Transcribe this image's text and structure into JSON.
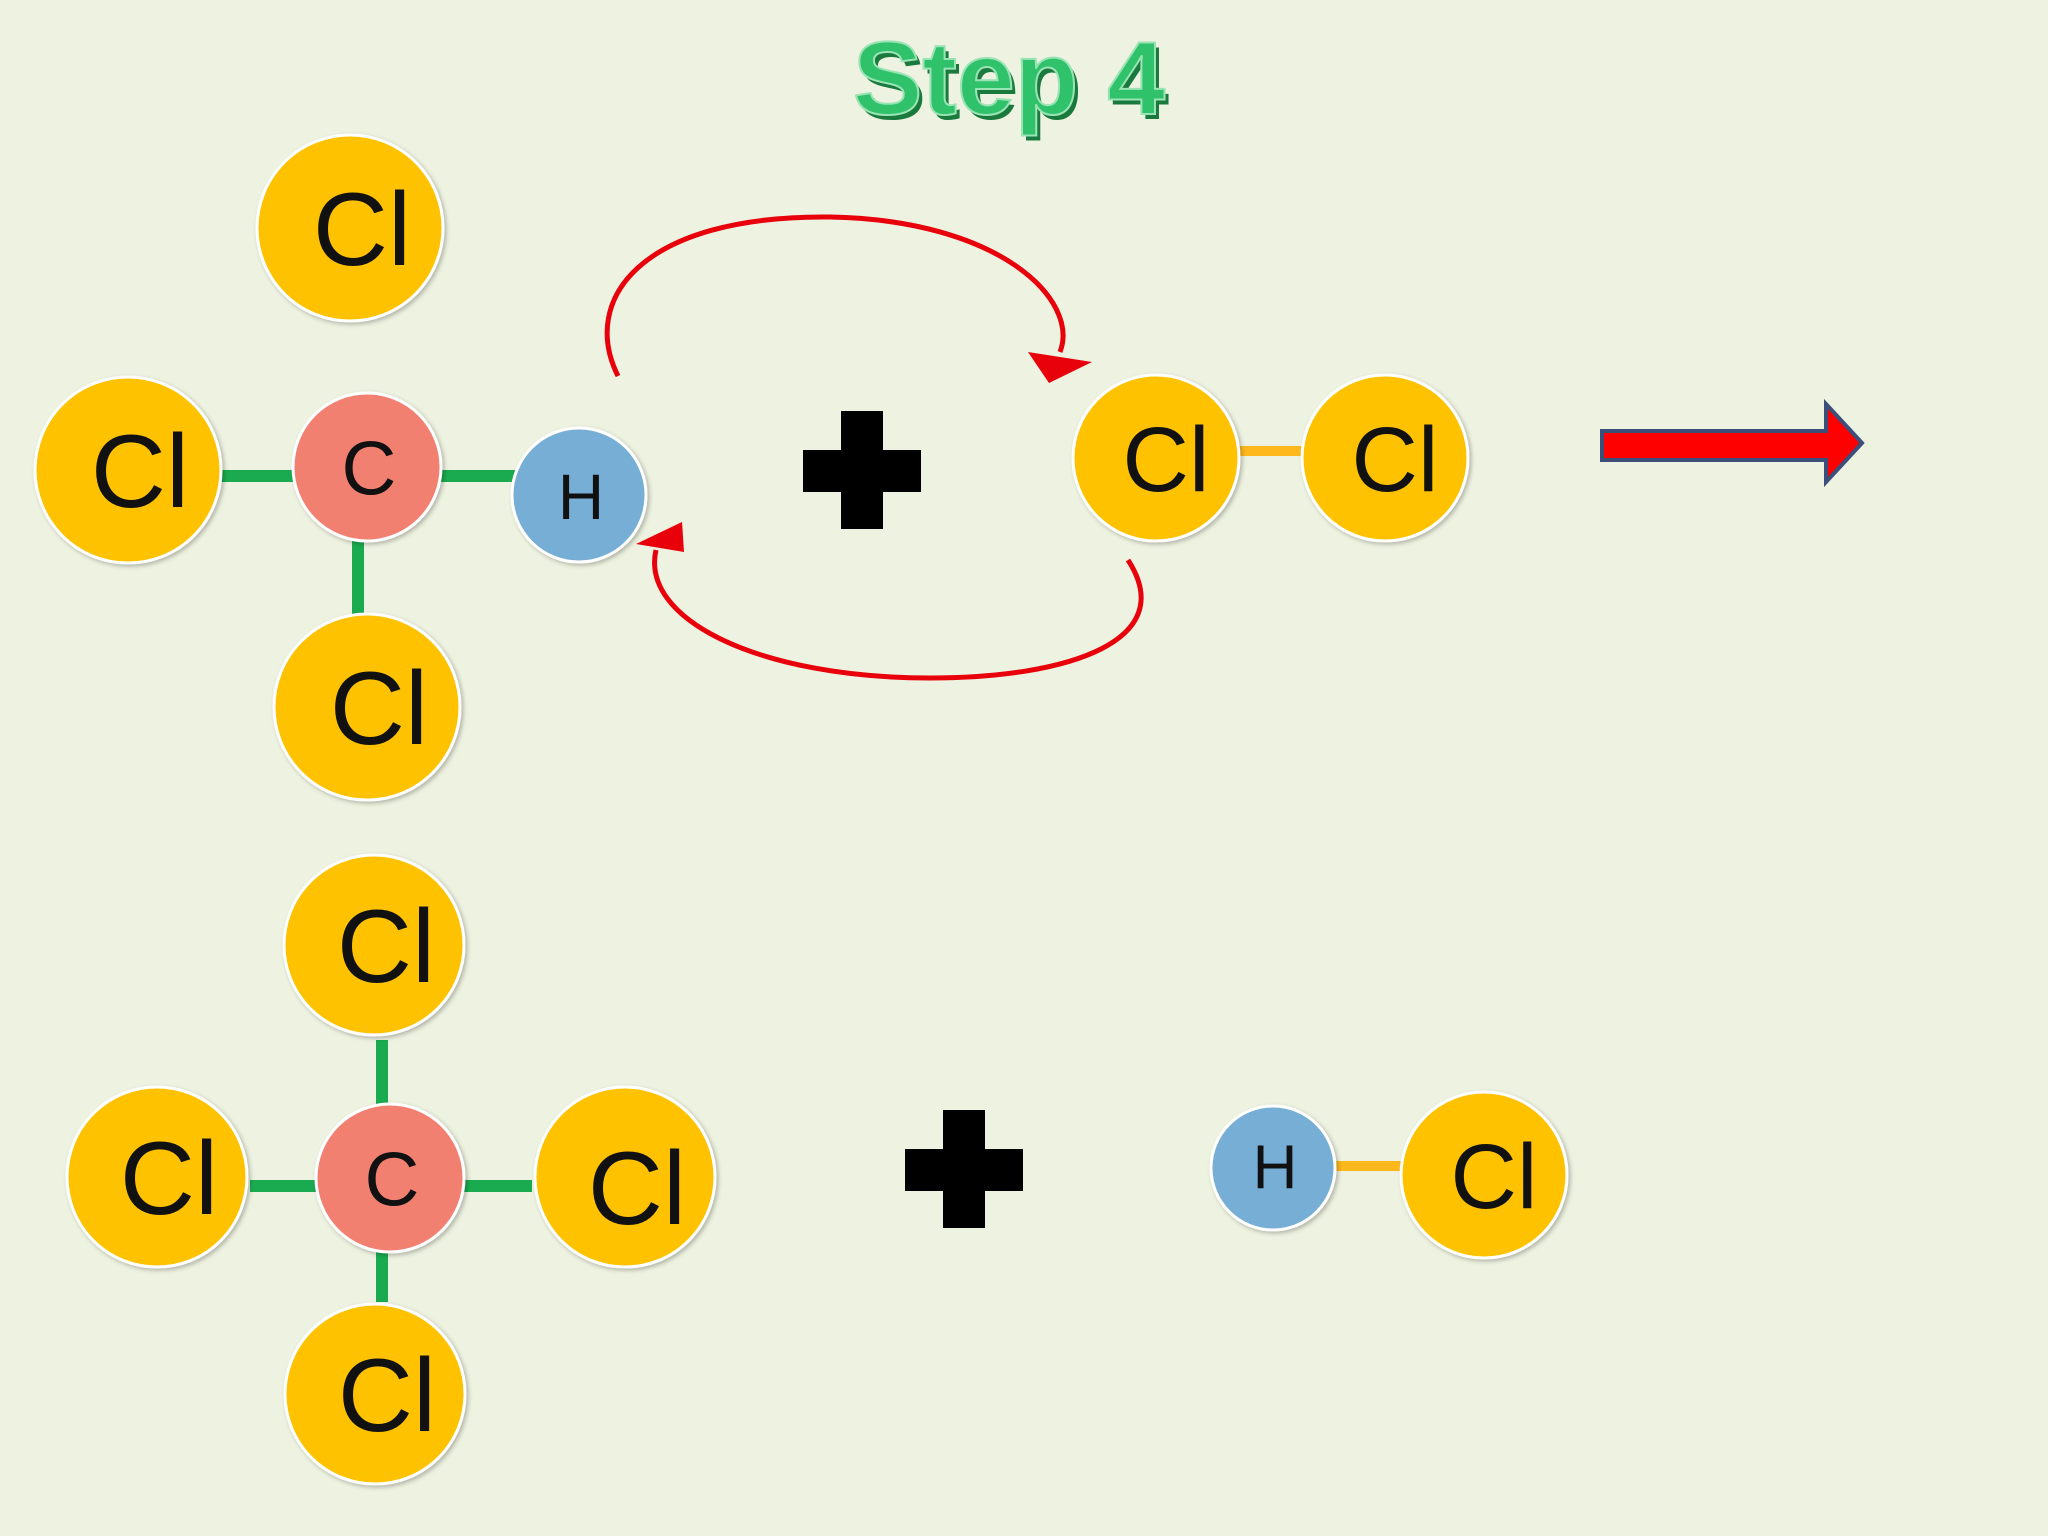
{
  "title": "Step 4",
  "colors": {
    "background": "#eef2e0",
    "title": "#2fc26a",
    "title_shadow": "#1a7a3e",
    "chlorine": "#ffc200",
    "carbon": "#f28071",
    "hydrogen": "#76aed6",
    "atom_outline": "#ffffff",
    "bond_green": "#1aab50",
    "bond_yellow": "#ffb81c",
    "curved_arrow": "#e8000b",
    "reaction_arrow_fill": "#ff0000",
    "reaction_arrow_outline": "#3b4f7a",
    "plus": "#000000"
  },
  "reactants": {
    "chloroform": {
      "center": "C",
      "top": "Cl",
      "left": "Cl",
      "bottom": "Cl",
      "right": "H"
    },
    "chlorine_molecule": {
      "left": "Cl",
      "right": "Cl"
    }
  },
  "products": {
    "carbon_tetrachloride": {
      "center": "C",
      "top": "Cl",
      "left": "Cl",
      "right": "Cl",
      "bottom": "Cl"
    },
    "hydrogen_chloride": {
      "left": "H",
      "right": "Cl"
    }
  },
  "icons": {
    "plus_sign": "plus-icon",
    "reaction_arrow": "right-arrow-icon",
    "electron_arrow": "curved-arrow-icon"
  }
}
